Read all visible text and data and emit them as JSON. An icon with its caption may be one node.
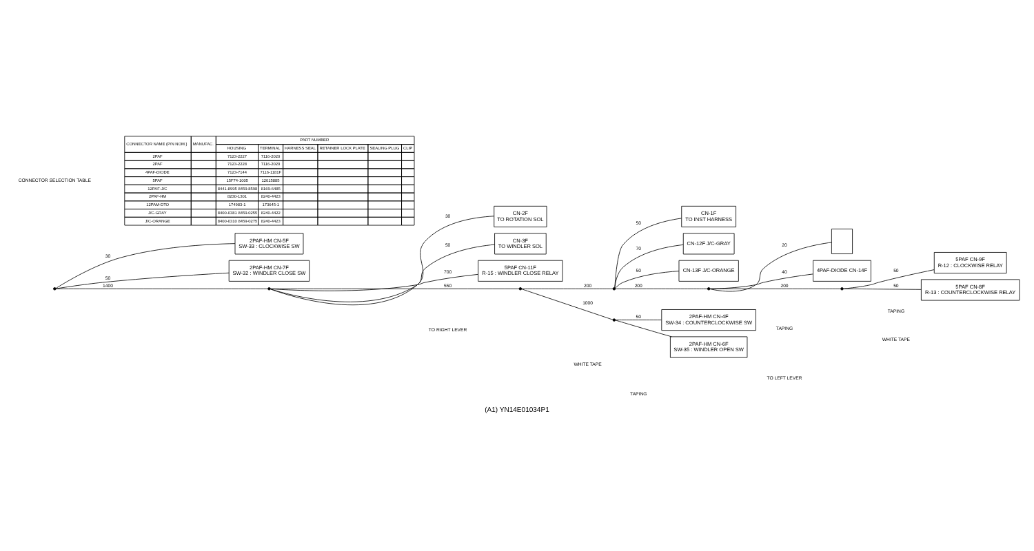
{
  "diagram": {
    "caption": "(A1) YN14E01034P1",
    "nodes": [
      {
        "text": [
          "2PAF-HM CN-5F",
          "SW-33 : CLOCKWISE SW"
        ]
      },
      {
        "text": [
          "2PAF-HM CN-7F",
          "SW-32 : WINDLER CLOSE SW"
        ]
      },
      {
        "text": [
          "CN-2F",
          "TO ROTATION SOL"
        ]
      },
      {
        "text": [
          "CN-3F",
          "TO WINDLER SOL"
        ]
      },
      {
        "text": [
          "CN-1F",
          "TO INST HARNESS"
        ]
      },
      {
        "text": [],
        "shape": "box"
      },
      {
        "text": [
          "5PAF CN-9F",
          "R-12 : CLOCKWISE RELAY"
        ]
      },
      {
        "text": [
          "5PAF CN-8F",
          "R-13 : COUNTERCLOCKWISE RELAY"
        ]
      },
      {
        "text": [
          "4PAF-DIODE CN-14F"
        ]
      },
      {
        "text": [
          "CN-12F J/C-GRAY"
        ]
      },
      {
        "text": [
          "CN-13F J/C-ORANGE"
        ]
      },
      {
        "text": [
          "2PAF-HM CN-4F",
          "SW-34 : COUNTERCLOCKWISE SW"
        ]
      },
      {
        "text": [
          "2PAF-HM CN-6F",
          "SW-35 : WINDLER OPEN SW"
        ]
      },
      {
        "text": [
          "5PAF CN-11F",
          "R-15 : WINDLER CLOSE RELAY"
        ]
      },
      {
        "text": [],
        "shape": "point"
      },
      {
        "text": [],
        "shape": "point"
      },
      {
        "text": [],
        "shape": "point"
      },
      {
        "text": [],
        "shape": "point"
      },
      {
        "text": [],
        "shape": "point"
      },
      {
        "text": [],
        "shape": "point"
      },
      {
        "text": [],
        "shape": "point"
      }
    ],
    "edges": [
      {
        "from": 14,
        "to": 0,
        "arrow": "none",
        "label": "30"
      },
      {
        "from": 14,
        "to": 1,
        "arrow": "none",
        "label": "50"
      },
      {
        "from": 14,
        "to": 15,
        "arrow": "none",
        "label": "1400"
      },
      {
        "from": 15,
        "to": 2,
        "arrow": "none",
        "label": "30"
      },
      {
        "from": 15,
        "to": 3,
        "arrow": "none",
        "label": "50"
      },
      {
        "from": 15,
        "to": 13,
        "arrow": "none",
        "label": "700"
      },
      {
        "from": 15,
        "to": 16,
        "arrow": "none",
        "label": "550"
      },
      {
        "from": 16,
        "to": 20,
        "arrow": "none",
        "label": "1000"
      },
      {
        "from": 20,
        "to": 11,
        "arrow": "none",
        "label": "50"
      },
      {
        "from": 20,
        "to": 12,
        "arrow": "none"
      },
      {
        "from": 16,
        "to": 17,
        "arrow": "none",
        "label": "200"
      },
      {
        "from": 17,
        "to": 4,
        "arrow": "none",
        "label": "50"
      },
      {
        "from": 17,
        "to": 9,
        "arrow": "none",
        "label": "70"
      },
      {
        "from": 17,
        "to": 10,
        "arrow": "none",
        "label": "50"
      },
      {
        "from": 17,
        "to": 18,
        "arrow": "none",
        "label": "200"
      },
      {
        "from": 18,
        "to": 5,
        "arrow": "none",
        "label": "20"
      },
      {
        "from": 18,
        "to": 8,
        "arrow": "none",
        "label": "40"
      },
      {
        "from": 18,
        "to": 19,
        "arrow": "none",
        "label": "200"
      },
      {
        "from": 19,
        "to": 6,
        "arrow": "none",
        "label": "50"
      },
      {
        "from": 19,
        "to": 7,
        "arrow": "none",
        "label": "50"
      }
    ],
    "labels": [
      "TO RIGHT LEVER",
      "WHITE TAPE",
      "TAPING",
      "TAPING",
      "TAPING",
      "WHITE TAPE",
      "TO LEFT LEVER",
      "CONNECTOR SELECTION TABLE",
      "CONNECTOR NAME (P/N NOM.)",
      "MANUFAC.",
      "PART NUMBER",
      "HOUSING",
      "TERMINAL",
      "HARNESS SEAL",
      "RETAINER LOCK PLATE",
      "SEALING PLUG",
      "CLIP",
      "2PAF",
      "7123-2227",
      "7116-2020",
      "2PAF",
      "7123-2228",
      "7116-2020",
      "4PAF-DIODE",
      "7123-7144",
      "7116-1181F",
      "5PAF",
      "15F74-1005",
      "12015885",
      "12PAF-J/C",
      "8441-8995 8459-8598",
      "8169-6485",
      "2PAF-HM",
      "8230-1301",
      "8240-4423",
      "12PAM-DTO",
      "174983-1",
      "173645-1",
      "J/C-GRAY",
      "8400-0381 8459-0255",
      "8240-4422",
      "J/C-ORANGE",
      "8400-0310 8459-0275",
      "8240-4423"
    ]
  }
}
